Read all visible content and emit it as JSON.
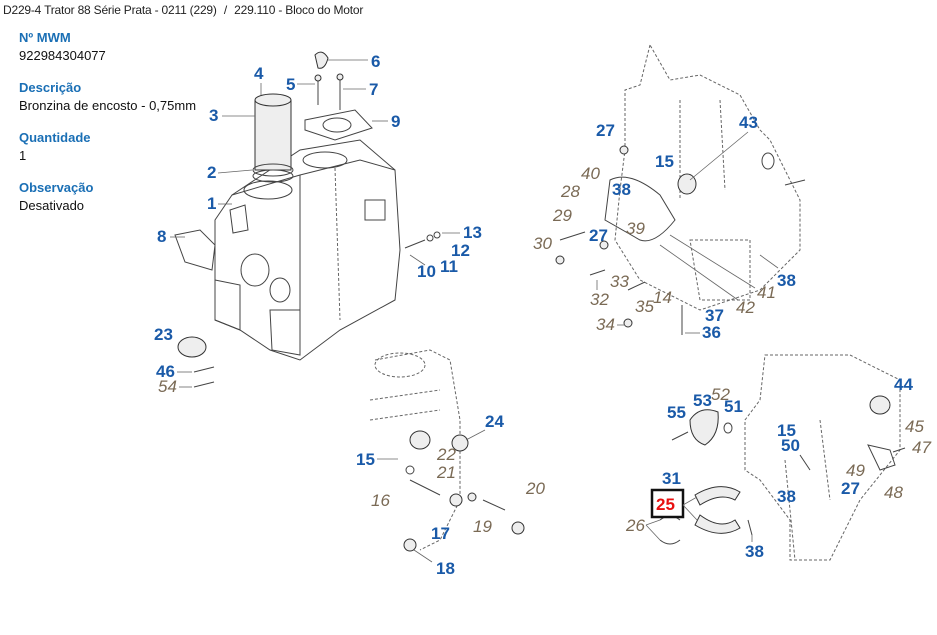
{
  "breadcrumb": {
    "path": "D229-4 Trator 88 Série Prata - 0211 (229)",
    "separator": "/",
    "current": "229.110 - Bloco do Motor"
  },
  "details": {
    "mwm_label": "Nº MWM",
    "mwm_value": "922984304077",
    "description_label": "Descrição",
    "description_value": "Bronzina de encosto - 0,75mm",
    "quantity_label": "Quantidade",
    "quantity_value": "1",
    "observation_label": "Observação",
    "observation_value": "Desativado"
  },
  "diagram": {
    "selected_part": "25",
    "colors": {
      "main": "#1a5aa8",
      "sub": "#7a6a55",
      "selected": "#e81010"
    },
    "callouts": [
      {
        "n": "1",
        "style": "main"
      },
      {
        "n": "2",
        "style": "main"
      },
      {
        "n": "3",
        "style": "main"
      },
      {
        "n": "4",
        "style": "main"
      },
      {
        "n": "5",
        "style": "main"
      },
      {
        "n": "6",
        "style": "main"
      },
      {
        "n": "7",
        "style": "main"
      },
      {
        "n": "8",
        "style": "main"
      },
      {
        "n": "9",
        "style": "main"
      },
      {
        "n": "10",
        "style": "main"
      },
      {
        "n": "11",
        "style": "main"
      },
      {
        "n": "12",
        "style": "main"
      },
      {
        "n": "13",
        "style": "main"
      },
      {
        "n": "23",
        "style": "main"
      },
      {
        "n": "46",
        "style": "main"
      },
      {
        "n": "54",
        "style": "sub"
      },
      {
        "n": "27",
        "style": "main"
      },
      {
        "n": "43",
        "style": "main"
      },
      {
        "n": "15",
        "style": "main"
      },
      {
        "n": "40",
        "style": "sub"
      },
      {
        "n": "38",
        "style": "main"
      },
      {
        "n": "28",
        "style": "sub"
      },
      {
        "n": "29",
        "style": "sub"
      },
      {
        "n": "27",
        "style": "main"
      },
      {
        "n": "39",
        "style": "sub"
      },
      {
        "n": "30",
        "style": "sub"
      },
      {
        "n": "38",
        "style": "main"
      },
      {
        "n": "33",
        "style": "sub"
      },
      {
        "n": "14",
        "style": "sub"
      },
      {
        "n": "41",
        "style": "sub"
      },
      {
        "n": "32",
        "style": "sub"
      },
      {
        "n": "35",
        "style": "sub"
      },
      {
        "n": "37",
        "style": "main"
      },
      {
        "n": "42",
        "style": "sub"
      },
      {
        "n": "34",
        "style": "sub"
      },
      {
        "n": "36",
        "style": "main"
      },
      {
        "n": "24",
        "style": "main"
      },
      {
        "n": "15",
        "style": "main"
      },
      {
        "n": "22",
        "style": "sub"
      },
      {
        "n": "21",
        "style": "sub"
      },
      {
        "n": "20",
        "style": "sub"
      },
      {
        "n": "16",
        "style": "sub"
      },
      {
        "n": "19",
        "style": "sub"
      },
      {
        "n": "17",
        "style": "main"
      },
      {
        "n": "18",
        "style": "main"
      },
      {
        "n": "44",
        "style": "main"
      },
      {
        "n": "55",
        "style": "main"
      },
      {
        "n": "53",
        "style": "main"
      },
      {
        "n": "52",
        "style": "sub"
      },
      {
        "n": "51",
        "style": "main"
      },
      {
        "n": "15",
        "style": "main"
      },
      {
        "n": "45",
        "style": "sub"
      },
      {
        "n": "50",
        "style": "main"
      },
      {
        "n": "47",
        "style": "sub"
      },
      {
        "n": "49",
        "style": "sub"
      },
      {
        "n": "31",
        "style": "main"
      },
      {
        "n": "27",
        "style": "main"
      },
      {
        "n": "38",
        "style": "main"
      },
      {
        "n": "48",
        "style": "sub"
      },
      {
        "n": "25",
        "style": "selected"
      },
      {
        "n": "26",
        "style": "sub"
      },
      {
        "n": "38",
        "style": "main"
      }
    ]
  }
}
